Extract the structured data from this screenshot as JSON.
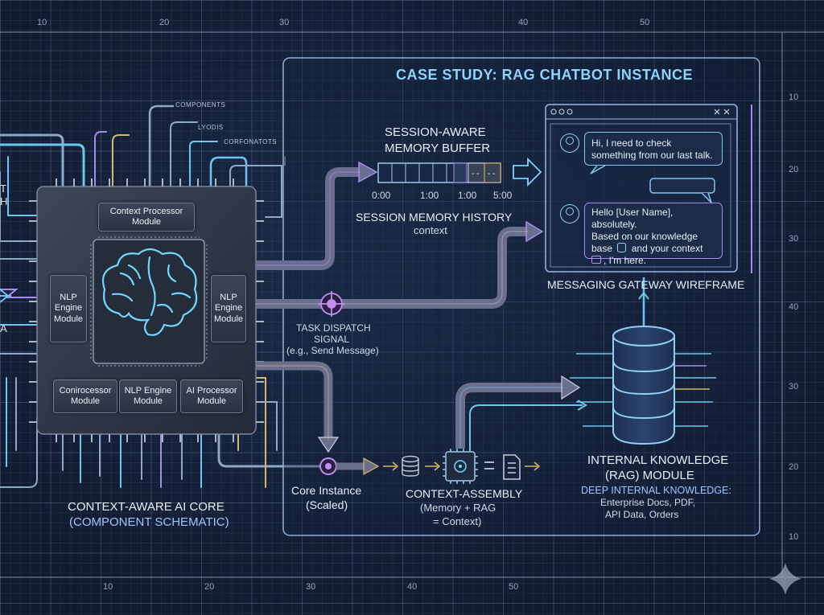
{
  "ruler": {
    "top": [
      "10",
      "20",
      "30",
      "40",
      "50"
    ],
    "bottom": [
      "10",
      "20",
      "30",
      "40",
      "50"
    ],
    "right": [
      "10",
      "20",
      "30",
      "40",
      "30",
      "20",
      "10"
    ]
  },
  "callouts": [
    "COMPONENTS",
    "LYODIS",
    "CORFONATOTS"
  ],
  "left_edge": [
    "T",
    "H",
    "A"
  ],
  "chip": {
    "context_processor": "Context Processor Module",
    "nlp_left": "NLP Engine Module",
    "nlp_right": "NLP Engine Module",
    "coprocessor": "Conirocessor Module",
    "nlp_bottom": "NLP Engine Module",
    "ai_processor": "AI Processor Module",
    "title": "CONTEXT-AWARE AI CORE",
    "subtitle": "(COMPONENT SCHEMATIC)"
  },
  "case_study": {
    "title": "CASE STUDY: RAG CHATBOT INSTANCE"
  },
  "memory": {
    "title_line1": "SESSION-AWARE",
    "title_line2": "MEMORY BUFFER",
    "ticks": [
      "0:00",
      "1:00",
      "1:00",
      "5:00"
    ],
    "history_label": "SESSION MEMORY HISTORY",
    "history_sub": "context"
  },
  "messaging": {
    "user_message": "Hi, I need to check something from our last talk.",
    "bot_message_l1": "Hello [User Name], absolutely.",
    "bot_message_l2": "Based on our knowledge",
    "bot_message_l3a": "base",
    "bot_message_l3b": "and your context",
    "bot_message_l4": ", I'm here.",
    "caption": "MESSAGING GATEWAY WIREFRAME"
  },
  "dispatch": {
    "line1": "TASK DISPATCH",
    "line2": "SIGNAL",
    "line3": "(e.g., Send Message)"
  },
  "core_instance": {
    "line1": "Core Instance",
    "line2": "(Scaled)"
  },
  "assembly": {
    "line1": "CONTEXT-ASSEMBLY",
    "line2": "(Memory + RAG",
    "line3": "= Context)"
  },
  "knowledge": {
    "title_line1": "INTERNAL KNOWLEDGE",
    "title_line2": "(RAG) MODULE",
    "deep": "DEEP INTERNAL KNOWLEDGE:",
    "items_l1": "Enterprise Docs, PDF,",
    "items_l2": "API Data, Orders"
  },
  "colors": {
    "cyan": "#7fd3ff",
    "purple": "#a58bf0",
    "panel_border": "#8fb0d8",
    "title": "#8ad4ff"
  }
}
